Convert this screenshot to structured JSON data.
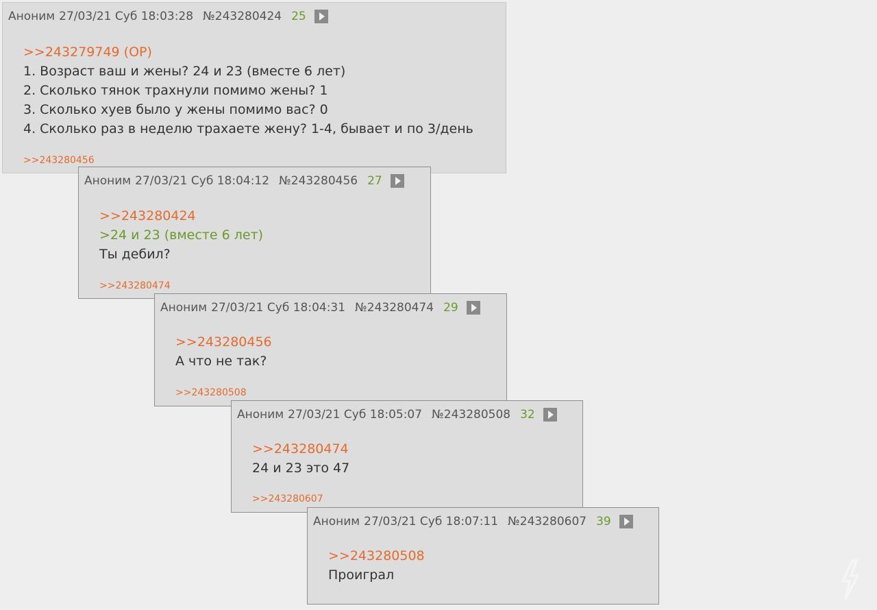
{
  "posts": [
    {
      "author": "Аноним",
      "datetime": "27/03/21 Суб 18:03:28",
      "number": "№243280424",
      "count": "25",
      "ref": ">>243279749 (OP)",
      "lines": [
        "1. Возраст ваш и жены? 24 и 23 (вместе 6 лет)",
        "2. Сколько тянок трахнули помимо жены? 1",
        "3. Сколько хуев было у жены помимо вас? 0",
        "4. Сколько раз в неделю трахаете жену? 1-4, бывает и по 3/день"
      ],
      "reply": ">>243280456"
    },
    {
      "author": "Аноним",
      "datetime": "27/03/21 Суб 18:04:12",
      "number": "№243280456",
      "count": "27",
      "ref": ">>243280424",
      "quote": ">24 и 23 (вместе 6 лет)",
      "lines": [
        "Ты дебил?"
      ],
      "reply": ">>243280474"
    },
    {
      "author": "Аноним",
      "datetime": "27/03/21 Суб 18:04:31",
      "number": "№243280474",
      "count": "29",
      "ref": ">>243280456",
      "lines": [
        "А что не так?"
      ],
      "reply": ">>243280508"
    },
    {
      "author": "Аноним",
      "datetime": "27/03/21 Суб 18:05:07",
      "number": "№243280508",
      "count": "32",
      "ref": ">>243280474",
      "lines": [
        "24 и 23 это 47"
      ],
      "reply": ">>243280607"
    },
    {
      "author": "Аноним",
      "datetime": "27/03/21 Суб 18:07:11",
      "number": "№243280607",
      "count": "39",
      "ref": ">>243280508",
      "lines": [
        "Проиграл"
      ]
    }
  ],
  "icons": {
    "play": "play-icon",
    "watermark": "lightning-watermark-icon"
  },
  "colors": {
    "link": "#e66a2c",
    "greentext": "#6a9b2a",
    "post_bg": "#dddddd",
    "page_bg": "#eeeeee"
  }
}
